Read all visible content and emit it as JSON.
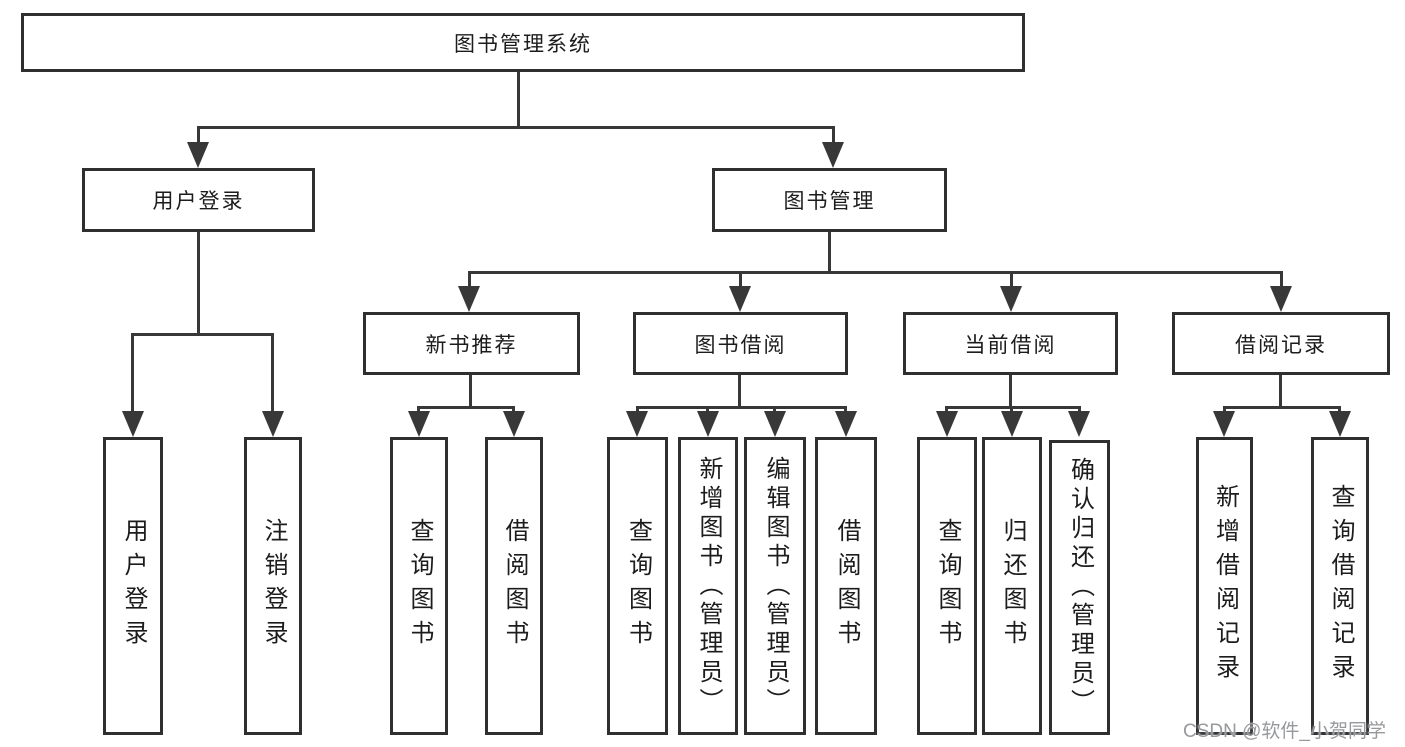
{
  "diagram_title": "图书管理系统",
  "nodes": {
    "root": "图书管理系统",
    "user_login": "用户登录",
    "book_mgmt": "图书管理",
    "new_book_rec": "新书推荐",
    "book_borrow": "图书借阅",
    "current_borrow": "当前借阅",
    "borrow_records": "借阅记录",
    "leaf_user_login": "用户登录",
    "leaf_logout": "注销登录",
    "rec_query": "查询图书",
    "rec_borrow": "借阅图书",
    "bb_query": "查询图书",
    "bb_add": "新增图书（管理员）",
    "bb_edit": "编辑图书（管理员）",
    "bb_borrow": "借阅图书",
    "cb_query": "查询图书",
    "cb_return": "归还图书",
    "cb_confirm": "确认归还（管理员）",
    "br_add": "新增借阅记录",
    "br_query": "查询借阅记录"
  },
  "colors": {
    "box_border": "#2f2f2f",
    "connector": "#383838",
    "text": "#1c1c1c",
    "watermark": "#97999c",
    "background": "#ffffff"
  },
  "watermark": "CSDN @软件_小贺同学"
}
